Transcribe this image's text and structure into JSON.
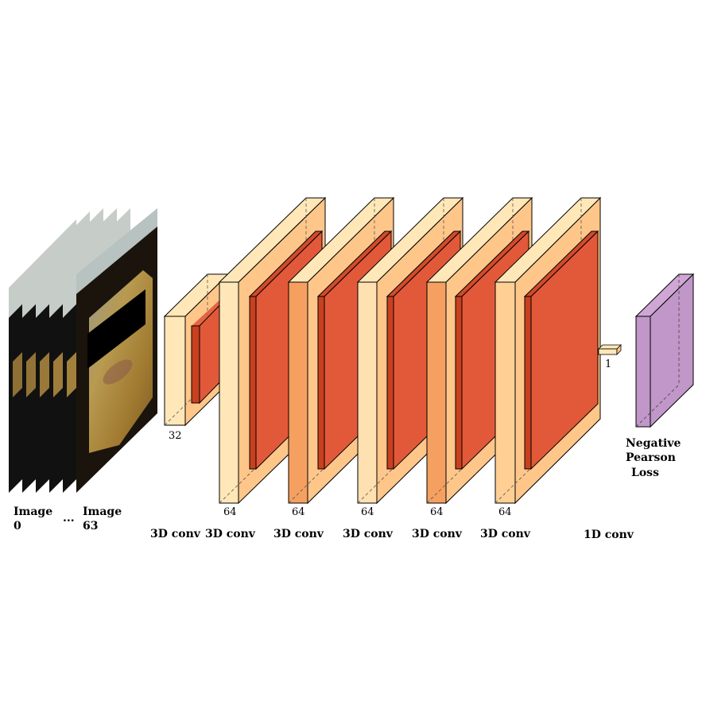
{
  "input": {
    "first_label_line1": "Image",
    "first_label_line2": "0",
    "ellipsis": "...",
    "last_label_line1": "Image",
    "last_label_line2": "63"
  },
  "layers": {
    "conv1": {
      "op": "3D conv",
      "channels": "32"
    },
    "conv2": {
      "op": "3D conv",
      "channels": "64"
    },
    "conv3": {
      "op": "3D conv",
      "channels": "64"
    },
    "conv4": {
      "op": "3D conv",
      "channels": "64"
    },
    "conv5": {
      "op": "3D conv",
      "channels": "64"
    },
    "conv6": {
      "op": "3D conv",
      "channels": "64"
    },
    "conv1d": {
      "op": "1D conv",
      "channels": "1"
    }
  },
  "loss": {
    "line1": "Negative",
    "line2": "Pearson",
    "line3": "Loss"
  },
  "colors": {
    "conv_light": "#ffe7b8",
    "conv_side": "#ffc68a",
    "conv_edge": "#f0a060",
    "activation": "#e2593a",
    "loss": "#c196c8",
    "face_skin": "#b08838",
    "face_dark": "#0a0a0a",
    "face_bg": "#b8c2c0"
  }
}
